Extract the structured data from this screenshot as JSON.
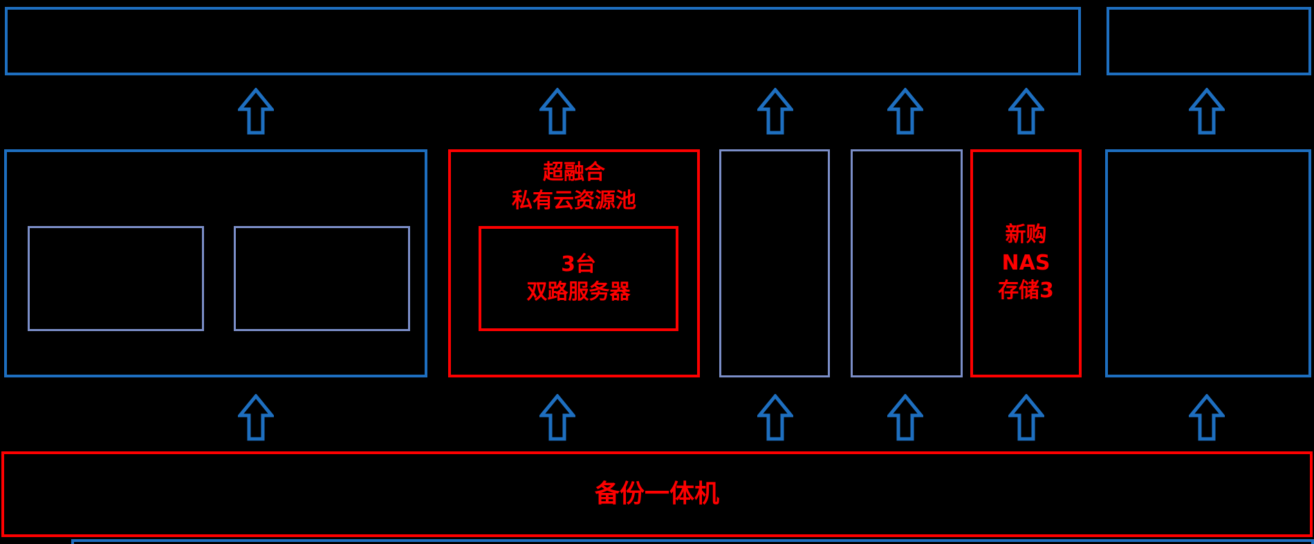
{
  "colors": {
    "background": "#000000",
    "blue": "#1e6fc0",
    "light_blue": "#7b8ec8",
    "red": "#fe0000"
  },
  "nodes": {
    "hyperconverged": {
      "title": "超融合\n私有云资源池",
      "inner_label": "3台\n双路服务器"
    },
    "nas": {
      "label": "新购\nNAS\n存储3"
    },
    "backup": {
      "label": "备份一体机"
    }
  }
}
